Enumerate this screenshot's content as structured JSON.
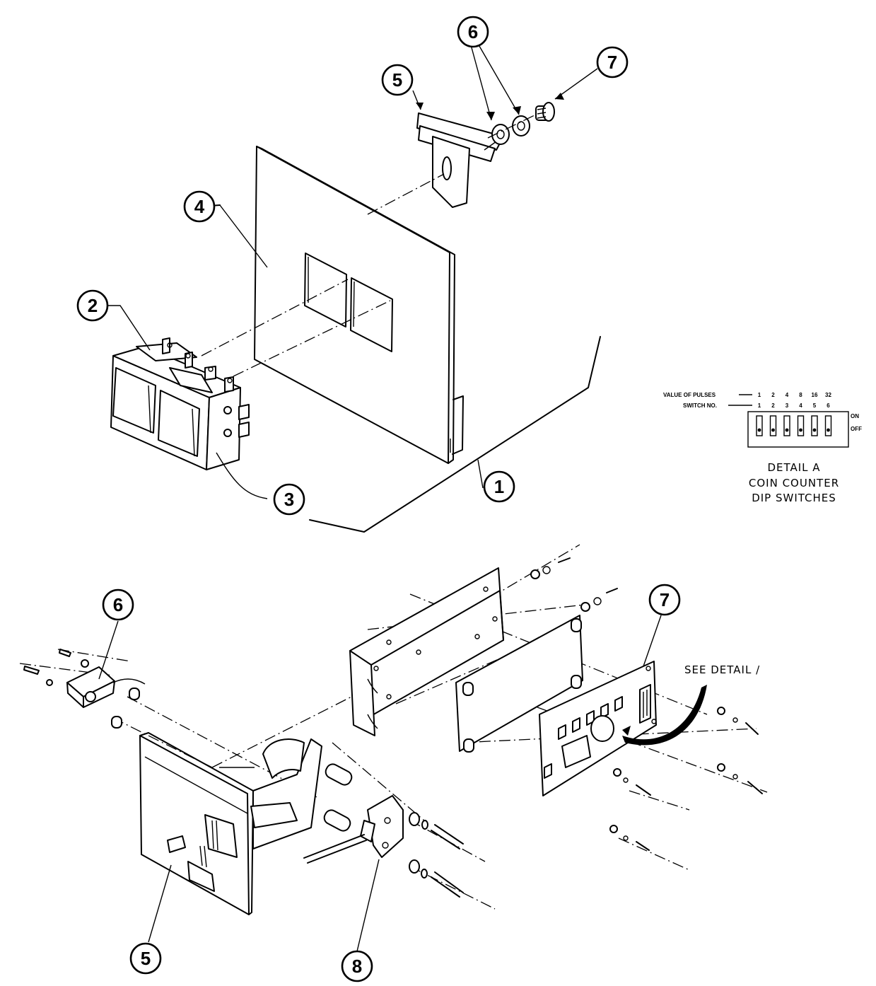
{
  "callouts": {
    "c1": "1",
    "c2": "2",
    "c3": "3",
    "c4": "4",
    "c5_top": "5",
    "c6_top": "6",
    "c7_top": "7",
    "c5_bottom": "5",
    "c6_bottom": "6",
    "c7_bottom": "7",
    "c8": "8"
  },
  "dip_detail": {
    "value_of_pulses_label": "VALUE OF PULSES",
    "switch_no_label": "SWITCH NO.",
    "pulse_values": [
      "1",
      "2",
      "4",
      "8",
      "16",
      "32"
    ],
    "switch_numbers": [
      "1",
      "2",
      "3",
      "4",
      "5",
      "6"
    ],
    "on_label": "ON",
    "off_label": "OFF",
    "caption_line1": "DETAIL  A",
    "caption_line2": "COIN  COUNTER",
    "caption_line3": "DIP SWITCHES"
  },
  "see_detail_text": "SEE DETAIL /"
}
